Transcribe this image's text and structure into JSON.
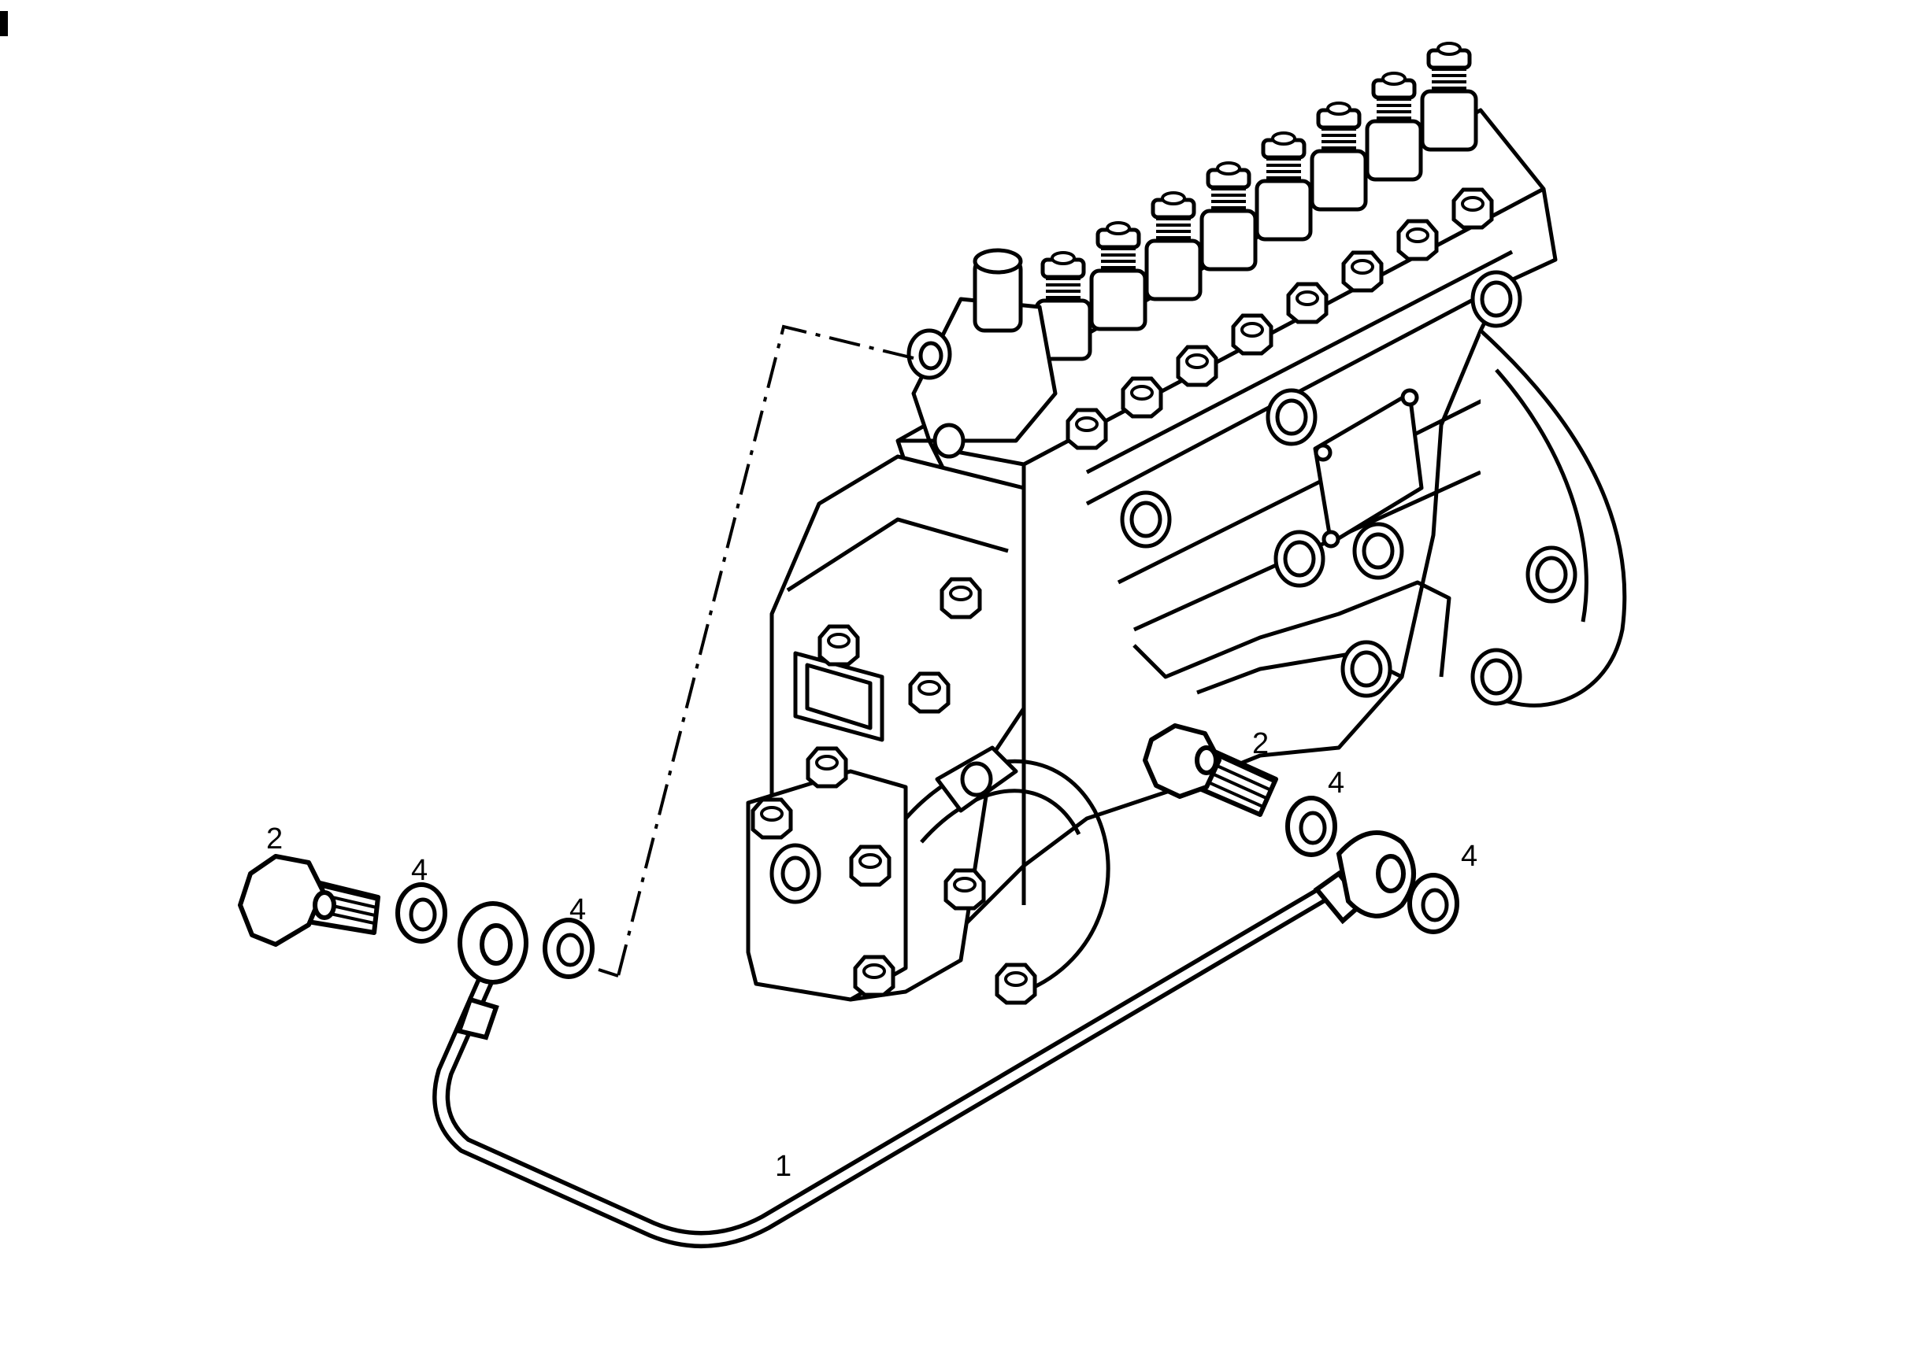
{
  "colors": {
    "ink": "#000000",
    "paper": "#ffffff"
  },
  "callouts": {
    "pipe": "1",
    "bolt_left": "2",
    "bolt_right": "2",
    "washer_left_outer": "4",
    "washer_left_inner": "4",
    "washer_right_upper": "4",
    "washer_right_lower": "4"
  }
}
